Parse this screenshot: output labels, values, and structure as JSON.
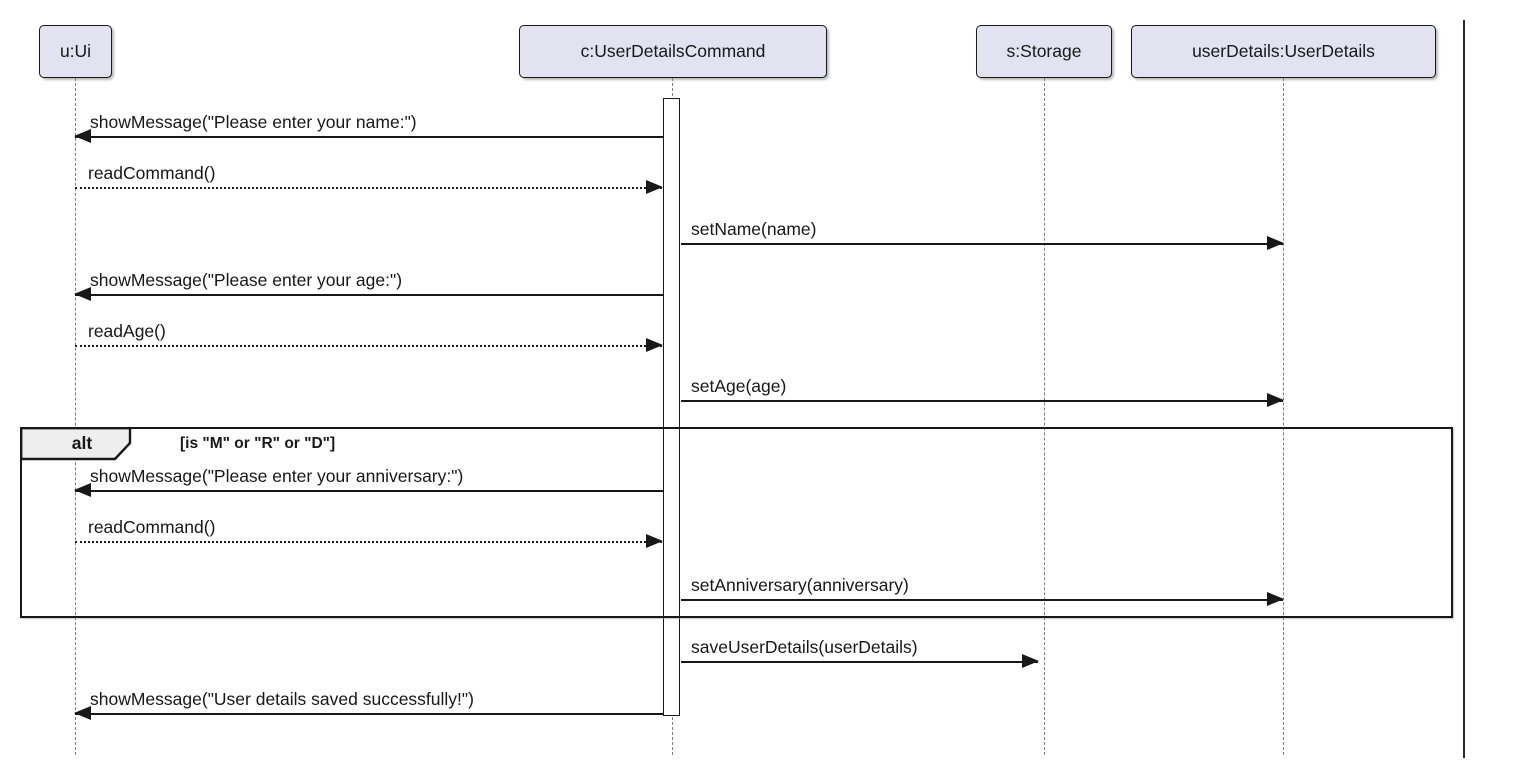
{
  "diagram": {
    "type": "uml-sequence-diagram",
    "participants": [
      {
        "id": "u",
        "label": "u:Ui"
      },
      {
        "id": "c",
        "label": "c:UserDetailsCommand"
      },
      {
        "id": "s",
        "label": "s:Storage"
      },
      {
        "id": "ud",
        "label": "userDetails:UserDetails"
      }
    ],
    "alt": {
      "operator": "alt",
      "guard": "[is \"M\" or \"R\" or \"D\"]"
    },
    "messages": [
      {
        "label": "showMessage(\"Please enter your name:\")",
        "from": "c:UserDetailsCommand",
        "to": "u:Ui",
        "line": "solid"
      },
      {
        "label": "readCommand()",
        "from": "u:Ui",
        "to": "c:UserDetailsCommand",
        "line": "dotted"
      },
      {
        "label": "setName(name)",
        "from": "c:UserDetailsCommand",
        "to": "userDetails:UserDetails",
        "line": "solid"
      },
      {
        "label": "showMessage(\"Please enter your age:\")",
        "from": "c:UserDetailsCommand",
        "to": "u:Ui",
        "line": "solid"
      },
      {
        "label": "readAge()",
        "from": "u:Ui",
        "to": "c:UserDetailsCommand",
        "line": "dotted"
      },
      {
        "label": "setAge(age)",
        "from": "c:UserDetailsCommand",
        "to": "userDetails:UserDetails",
        "line": "solid"
      },
      {
        "label": "showMessage(\"Please enter your anniversary:\")",
        "from": "c:UserDetailsCommand",
        "to": "u:Ui",
        "line": "solid",
        "fragment": "alt"
      },
      {
        "label": "readCommand()",
        "from": "u:Ui",
        "to": "c:UserDetailsCommand",
        "line": "dotted",
        "fragment": "alt"
      },
      {
        "label": "setAnniversary(anniversary)",
        "from": "c:UserDetailsCommand",
        "to": "userDetails:UserDetails",
        "line": "solid",
        "fragment": "alt"
      },
      {
        "label": "saveUserDetails(userDetails)",
        "from": "c:UserDetailsCommand",
        "to": "s:Storage",
        "line": "solid"
      },
      {
        "label": "showMessage(\"User details saved successfully!\")",
        "from": "c:UserDetailsCommand",
        "to": "u:Ui",
        "line": "solid"
      }
    ],
    "colors": {
      "participant_fill": "#E2E2F0",
      "participant_border": "#181818",
      "fragment_tab_fill": "#EEEEEE",
      "message_line": "#181818",
      "lifeline": "#7d7d7d",
      "background": "#ffffff"
    }
  }
}
